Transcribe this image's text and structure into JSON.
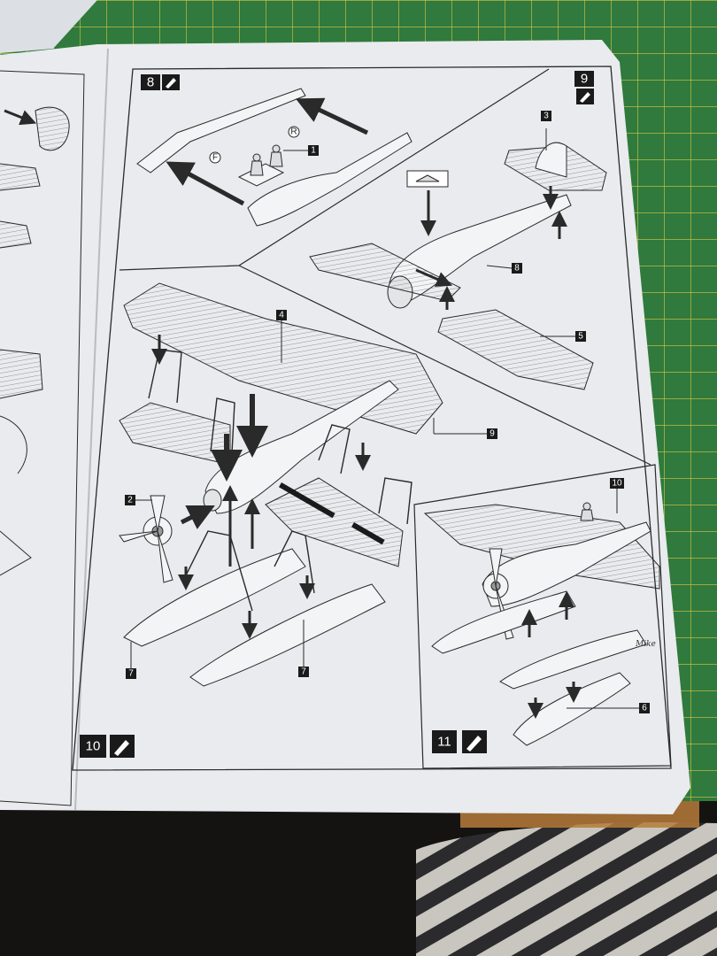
{
  "scene": {
    "description_colors": {
      "mat_green": "#2f7a3c",
      "mat_lines": "#d9c64a",
      "paper": "#e9ebee",
      "line": "#2a2a2a",
      "shadow": "#121110",
      "fabric_dark": "#2b2b2e",
      "fabric_light": "#c9c6c0"
    }
  },
  "steps": [
    {
      "number": "8",
      "icon": "glue-icon"
    },
    {
      "number": "9",
      "icon": "glue-icon"
    },
    {
      "number": "10",
      "icon": "glue-icon"
    },
    {
      "number": "11",
      "icon": "glue-icon"
    }
  ],
  "part_callouts": {
    "step8_part": "1",
    "step9_tail": "3",
    "step9_fuselage": "8",
    "step9_lower_wing": "5",
    "step10_upper_wing": "4",
    "step10_ref": "9",
    "step10_propeller": "2",
    "step10_float_left": "7",
    "step10_float_right": "7",
    "step11_fuselage": "10",
    "step11_float": "6"
  },
  "circled_letters": {
    "r": "R",
    "f": "F"
  },
  "signature": "Mike"
}
